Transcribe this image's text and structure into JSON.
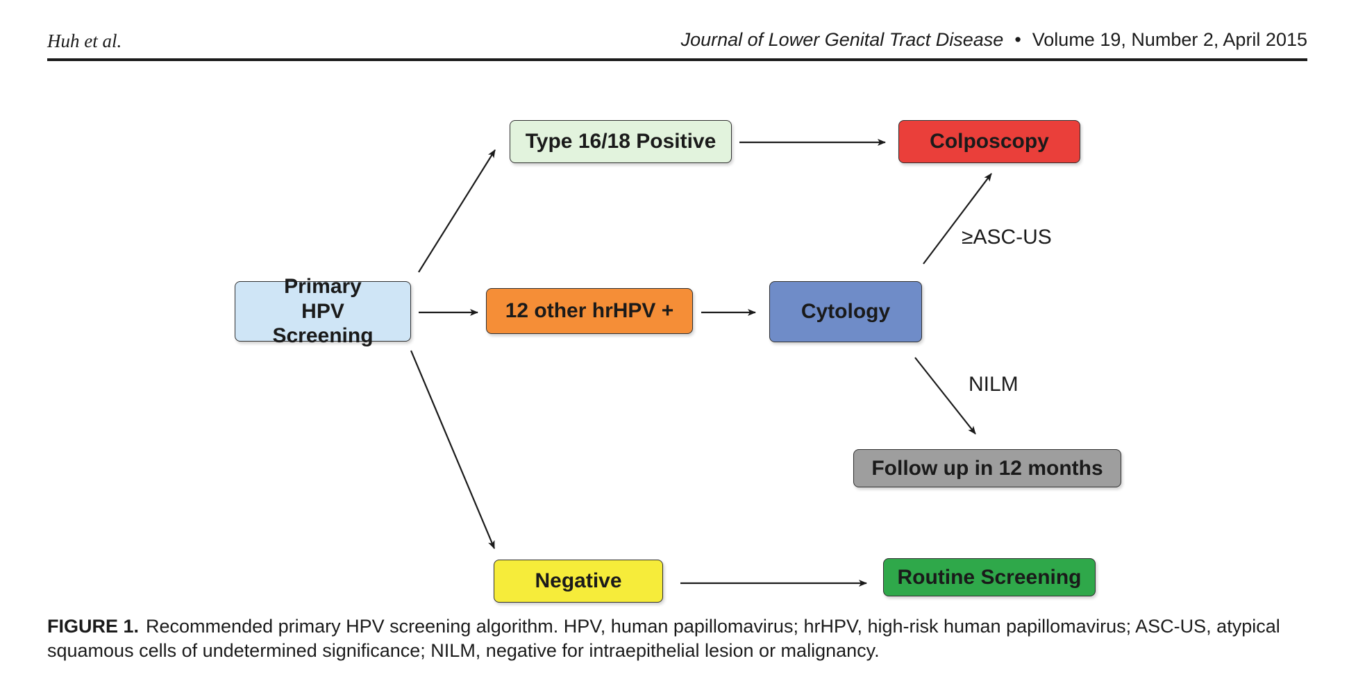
{
  "header": {
    "authors": "Huh et al.",
    "journal": "Journal of Lower Genital Tract Disease",
    "bullet": "•",
    "issue": "Volume 19, Number 2, April 2015"
  },
  "diagram": {
    "nodes": {
      "primary": {
        "label": "Primary HPV Screening",
        "color": "#cfe5f6"
      },
      "type1618": {
        "label": "Type 16/18 Positive",
        "color": "#e2f3dd"
      },
      "other": {
        "label": "12 other hrHPV +",
        "color": "#f58e37"
      },
      "negative": {
        "label": "Negative",
        "color": "#f6ec3a"
      },
      "colposcopy": {
        "label": "Colposcopy",
        "color": "#ea3f3a"
      },
      "cytology": {
        "label": "Cytology",
        "color": "#6f8cc8"
      },
      "followup": {
        "label": "Follow up in 12 months",
        "color": "#9e9e9e"
      },
      "routine": {
        "label": "Routine Screening",
        "color": "#2fa84a"
      }
    },
    "edge_labels": {
      "ascus": "≥ASC-US",
      "nilm": "NILM"
    }
  },
  "caption": {
    "figure_label": "FIGURE 1.",
    "text": "Recommended primary HPV screening algorithm.  HPV, human papillomavirus; hrHPV, high-risk human papillomavirus; ASC-US, atypical squamous cells of undetermined significance; NILM, negative for intraepithelial lesion or malignancy."
  }
}
